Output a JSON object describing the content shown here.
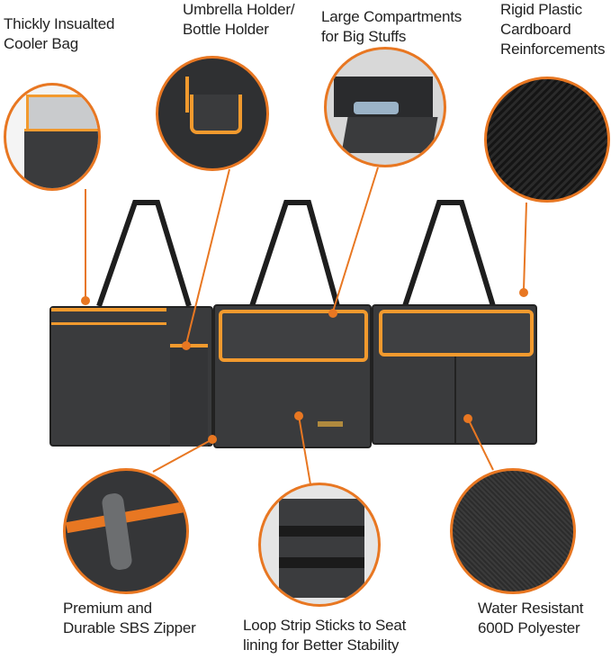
{
  "callouts": {
    "cooler": [
      "Thickly Insualted",
      "Cooler Bag"
    ],
    "umbrella": [
      "Umbrella Holder/",
      "Bottle Holder"
    ],
    "compartments": [
      "Large Compartments",
      "for Big Stuffs"
    ],
    "reinforcement": [
      "Rigid Plastic",
      "Cardboard",
      "Reinforcements"
    ],
    "zipper": [
      "Premium and",
      "Durable SBS Zipper"
    ],
    "loop": [
      "Loop Strip Sticks to Seat",
      "lining for Better Stability"
    ],
    "polyester": [
      "Water Resistant",
      "600D Polyester"
    ]
  },
  "colors": {
    "accent": "#e87722",
    "fabric": "#3a3b3d",
    "trim": "#f29a2e"
  }
}
